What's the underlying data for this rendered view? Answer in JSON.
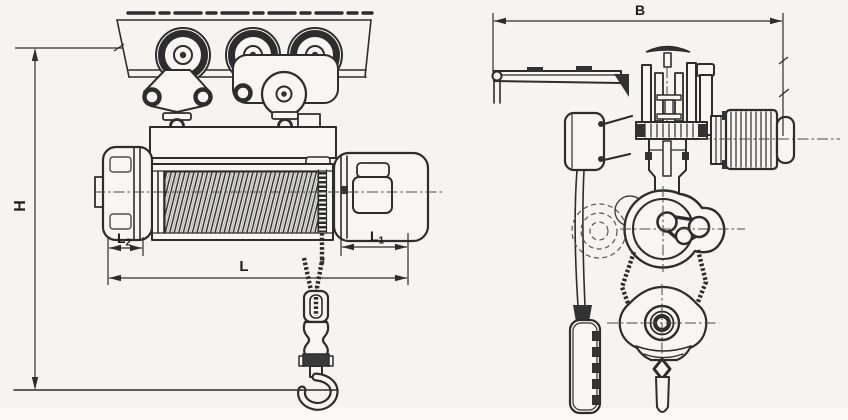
{
  "drawing": {
    "subject": "electric-wire-rope-hoist-technical-drawing",
    "colors": {
      "background": "#f5f4f1",
      "line": "#2d2d2d",
      "dark_fill": "#333333"
    },
    "dimensions": {
      "h": {
        "label": "H"
      },
      "l": {
        "label": "L"
      },
      "l1": {
        "base": "L",
        "sub": "1"
      },
      "l2": {
        "base": "L",
        "sub": "2"
      },
      "b": {
        "label": "B"
      }
    }
  }
}
